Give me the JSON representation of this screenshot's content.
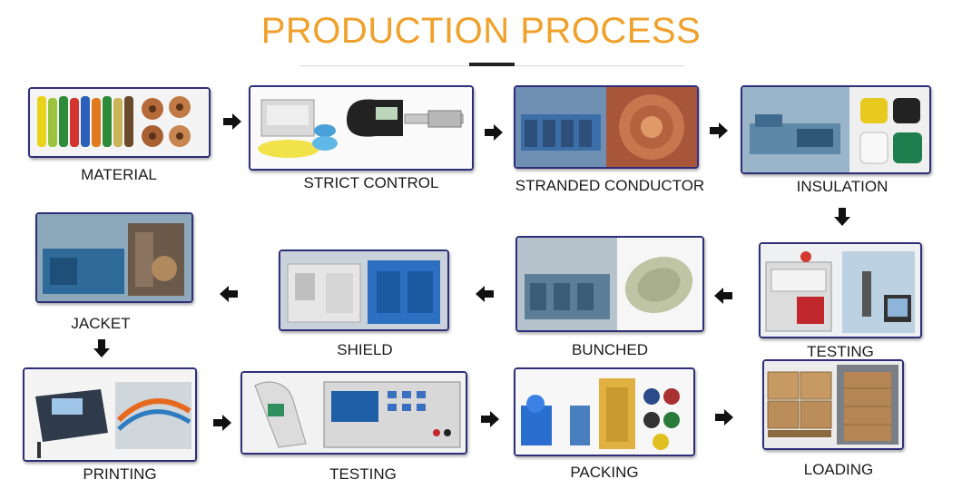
{
  "title": "PRODUCTION PROCESS",
  "colors": {
    "title": "#f0a12c",
    "border": "#2f2f79",
    "arrow": "#111111"
  },
  "steps": [
    {
      "label": "MATERIAL"
    },
    {
      "label": "STRICT CONTROL"
    },
    {
      "label": "STRANDED CONDUCTOR"
    },
    {
      "label": "INSULATION"
    },
    {
      "label": "TESTING"
    },
    {
      "label": "BUNCHED"
    },
    {
      "label": "SHIELD"
    },
    {
      "label": "JACKET"
    },
    {
      "label": "PRINTING"
    },
    {
      "label": "TESTING"
    },
    {
      "label": "PACKING"
    },
    {
      "label": "LOADING"
    }
  ],
  "arrows": [
    "right",
    "right",
    "right",
    "down",
    "left",
    "left",
    "left",
    "down",
    "right",
    "right",
    "right"
  ]
}
